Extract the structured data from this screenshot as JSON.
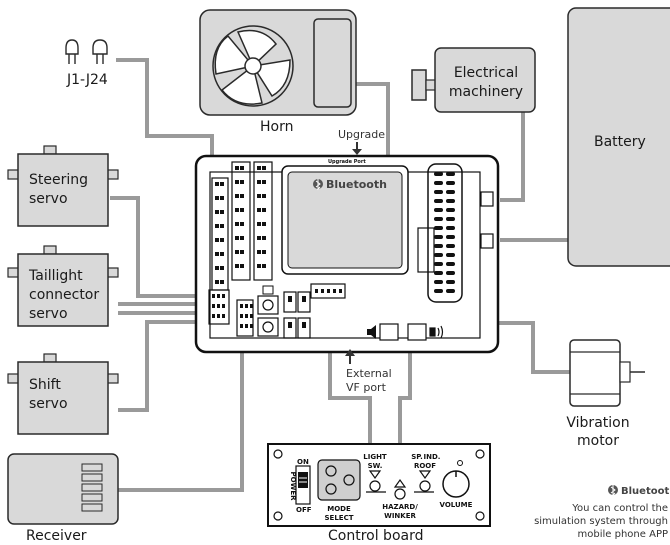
{
  "labels": {
    "pins": "J1-J24",
    "horn": "Horn",
    "upgrade": "Upgrade",
    "upgrade_port": "Upgrade Port",
    "electrical_l1": "Electrical",
    "electrical_l2": "machinery",
    "battery": "Battery",
    "steering_l1": "Steering",
    "steering_l2": "servo",
    "taillight_l1": "Taillight",
    "taillight_l2": "connector",
    "taillight_l3": "servo",
    "shift_l1": "Shift",
    "shift_l2": "servo",
    "receiver": "Receiver",
    "control_board": "Control board",
    "vibration_l1": "Vibration",
    "vibration_l2": "motor",
    "external_l1": "External",
    "external_l2": "VF port",
    "bluetooth_screen": "Bluetooth",
    "bluetooth_note": "Bluetooth",
    "note_l1": "You can control the",
    "note_l2": "simulation system through",
    "note_l3": "mobile phone APP"
  },
  "control_panel": {
    "power": "POWER",
    "on": "ON",
    "off": "OFF",
    "mode_l1": "MODE",
    "mode_l2": "SELECT",
    "light_l1": "LIGHT",
    "light_l2": "SW.",
    "sp_l1": "SP.",
    "ind_l1": "IND.",
    "roof": "ROOF",
    "hazard_l1": "HAZARD/",
    "hazard_l2": "WINKER",
    "volume": "VOLUME"
  },
  "colors": {
    "component_fill": "#d9d9d9",
    "outline": "#2a2a2a",
    "wire": "#9a9a9a"
  },
  "icons": [
    "led-pin-icon",
    "fan-icon",
    "bluetooth-icon",
    "speaker-icon",
    "vibration-icon"
  ]
}
